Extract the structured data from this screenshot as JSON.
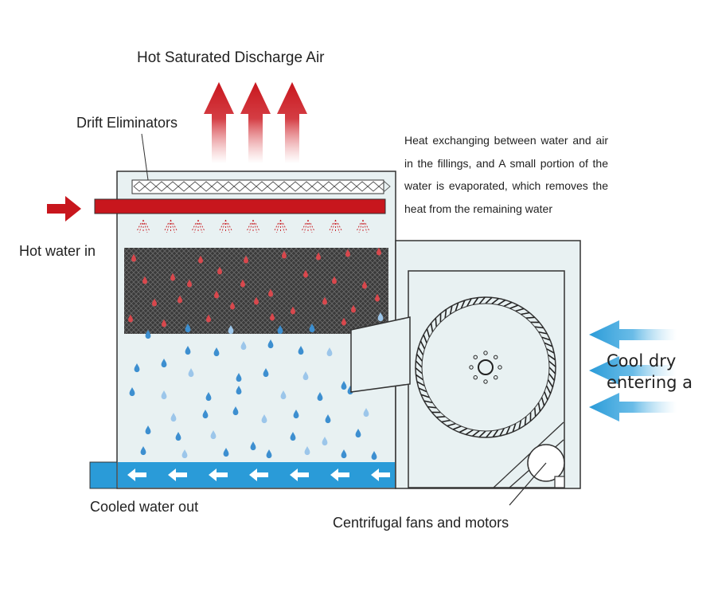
{
  "labels": {
    "discharge_air": "Hot Saturated Discharge Air",
    "drift_eliminators": "Drift Eliminators",
    "hot_water_in": "Hot water in",
    "cooled_water_out": "Cooled water out",
    "fans_motors": "Centrifugal fans and motors",
    "heat_exchange_note": "Heat exchanging between water and air in the fillings, and A small portion of the water is evaporated, which removes the heat from the remaining water",
    "air_in_line1": "Cool dry",
    "air_in_line2": "entering a"
  },
  "colors": {
    "hot": "#c8161d",
    "cool": "#2a9bd8",
    "casing_fill": "#e8f1f2",
    "outline": "#333333",
    "fill_media": "#3a3a3a"
  },
  "icons": [
    "up-arrow-icon",
    "right-arrow-icon",
    "left-arrow-icon",
    "water-drop-icon",
    "spray-icon",
    "fan-wheel-icon",
    "motor-icon"
  ]
}
